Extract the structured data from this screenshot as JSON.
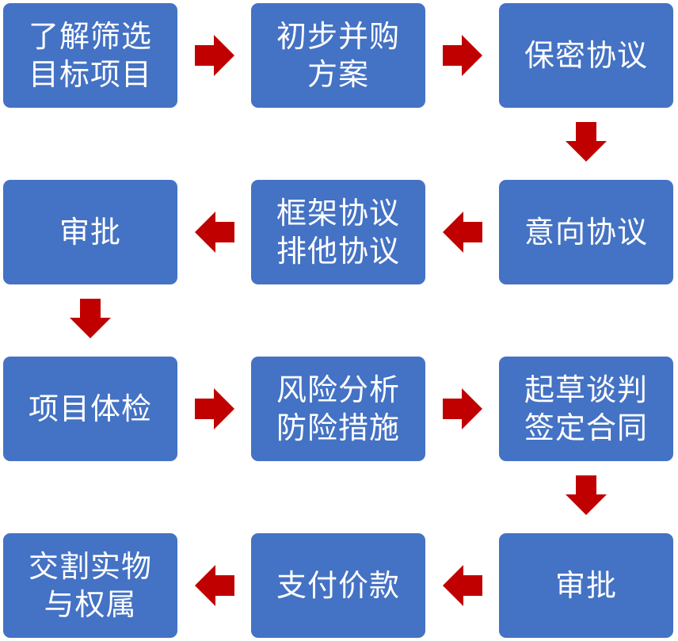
{
  "colors": {
    "box_fill": "#4472c4",
    "box_text": "#ffffff",
    "arrow_fill": "#c00000"
  },
  "steps": [
    {
      "lines": [
        "了解筛选",
        "目标项目"
      ]
    },
    {
      "lines": [
        "初步并购",
        "方案"
      ]
    },
    {
      "lines": [
        "保密协议"
      ]
    },
    {
      "lines": [
        "意向协议"
      ]
    },
    {
      "lines": [
        "框架协议",
        "排他协议"
      ]
    },
    {
      "lines": [
        "审批"
      ]
    },
    {
      "lines": [
        "项目体检"
      ]
    },
    {
      "lines": [
        "风险分析",
        "防险措施"
      ]
    },
    {
      "lines": [
        "起草谈判",
        "签定合同"
      ]
    },
    {
      "lines": [
        "审批"
      ]
    },
    {
      "lines": [
        "支付价款"
      ]
    },
    {
      "lines": [
        "交割实物",
        "与权属"
      ]
    }
  ],
  "arrows": [
    {
      "from_step": 1,
      "to_step": 2,
      "direction": "right"
    },
    {
      "from_step": 2,
      "to_step": 3,
      "direction": "right"
    },
    {
      "from_step": 3,
      "to_step": 4,
      "direction": "down"
    },
    {
      "from_step": 4,
      "to_step": 5,
      "direction": "left"
    },
    {
      "from_step": 5,
      "to_step": 6,
      "direction": "left"
    },
    {
      "from_step": 6,
      "to_step": 7,
      "direction": "down"
    },
    {
      "from_step": 7,
      "to_step": 8,
      "direction": "right"
    },
    {
      "from_step": 8,
      "to_step": 9,
      "direction": "right"
    },
    {
      "from_step": 9,
      "to_step": 10,
      "direction": "down"
    },
    {
      "from_step": 10,
      "to_step": 11,
      "direction": "left"
    },
    {
      "from_step": 11,
      "to_step": 12,
      "direction": "left"
    }
  ]
}
